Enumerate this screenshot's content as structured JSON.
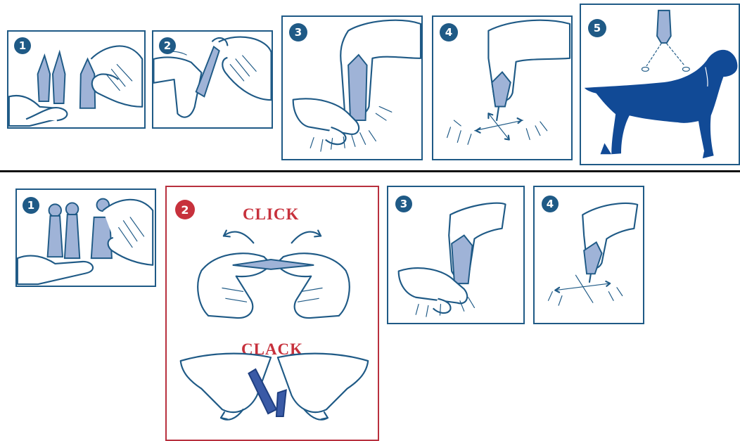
{
  "colors": {
    "primary": "#1f5a86",
    "dog": "#114a96",
    "accent": "#c7313c",
    "divider": "#111111"
  },
  "top_steps": [
    {
      "number": "1"
    },
    {
      "number": "2"
    },
    {
      "number": "3"
    },
    {
      "number": "4"
    },
    {
      "number": "5"
    }
  ],
  "bottom_steps": [
    {
      "number": "1"
    },
    {
      "number": "2",
      "top_word": "CLICK",
      "bottom_word": "CLACK"
    },
    {
      "number": "3"
    },
    {
      "number": "4"
    }
  ],
  "icons": [
    "hand-holding-pipettes",
    "pipette-tip-snap",
    "fur-parting",
    "pipette-applying",
    "dog-silhouette"
  ]
}
